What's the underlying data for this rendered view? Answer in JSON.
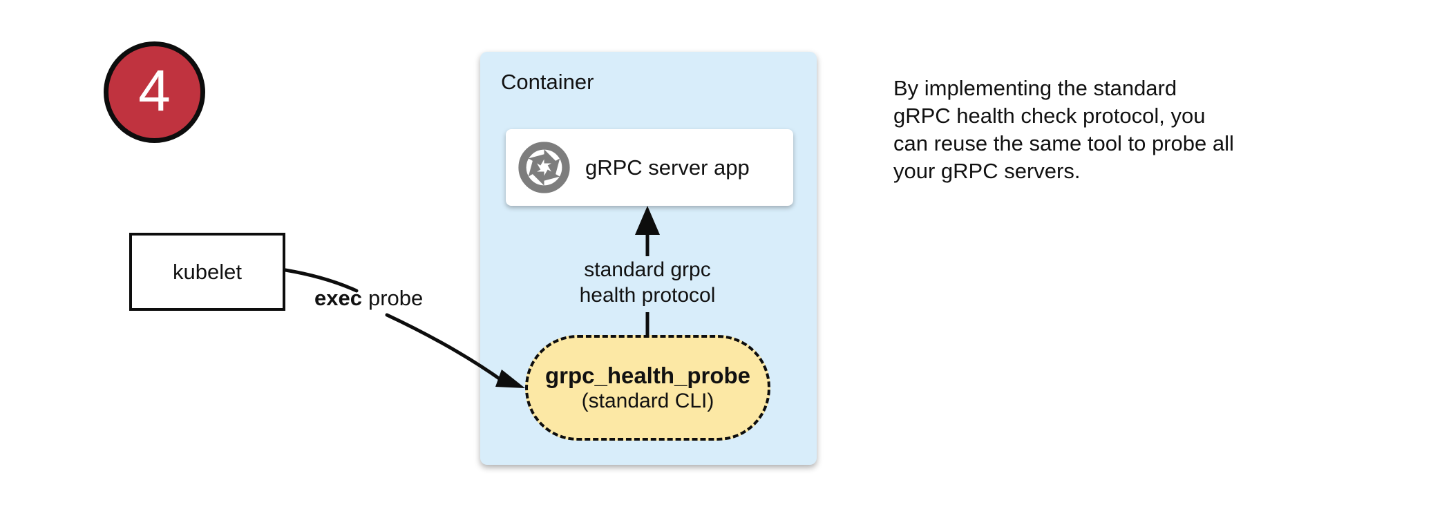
{
  "badge": {
    "number": "4"
  },
  "kubelet": {
    "label": "kubelet"
  },
  "container": {
    "label": "Container"
  },
  "server": {
    "label": "gRPC server app",
    "icon": "aperture-icon"
  },
  "probe": {
    "title": "grpc_health_probe",
    "subtitle": "(standard CLI)"
  },
  "edges": {
    "exec_probe_bold": "exec",
    "exec_probe_rest": "probe",
    "health_protocol_label": "standard grpc\nhealth protocol"
  },
  "note": {
    "text": "By implementing the standard\ngRPC health check protocol, you\ncan reuse the same tool to probe all\nyour gRPC servers."
  },
  "colors": {
    "container_fill": "#D8EDFA",
    "probe_fill": "#FCE8A5",
    "badge_fill": "#C0333F",
    "icon_gray": "#7D7D7D",
    "line": "#0d0d0d"
  }
}
